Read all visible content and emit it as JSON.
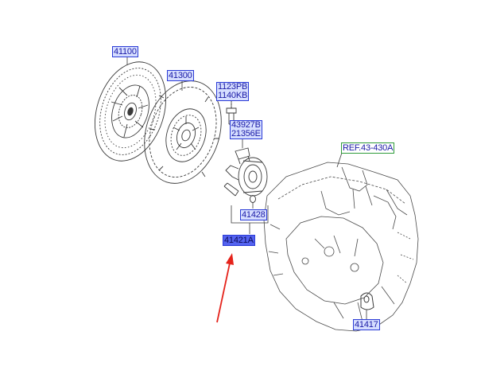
{
  "labels": {
    "clutch_disc": "41100",
    "clutch_cover": "41300",
    "bolt_a": "1123PB",
    "bolt_b": "1140KB",
    "bracket_a": "43927B",
    "bracket_b": "21356E",
    "pipe_seal": "41428",
    "concentric_cylinder": "41421A",
    "boot": "41417",
    "transmission_ref": "REF.43-430A"
  },
  "colors": {
    "label_fill": "#d6deff",
    "label_border": "#2b3bd6",
    "highlight_fill": "#5463f0",
    "ref_border": "#2e9b3a",
    "arrow": "#e5231b",
    "linework": "#3a3a3a"
  }
}
